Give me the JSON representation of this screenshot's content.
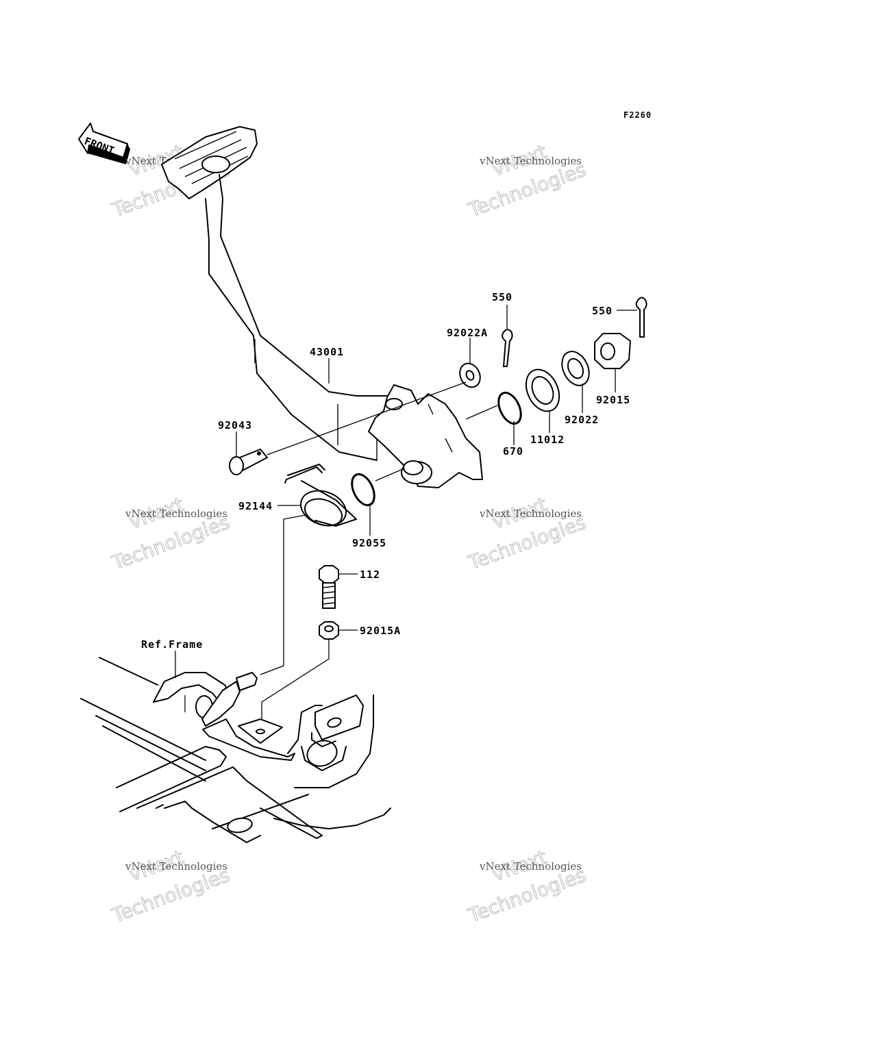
{
  "figure_code": "F2260",
  "front_label": "FRONT",
  "ref_frame_label": "Ref.Frame",
  "watermark": {
    "line1": "vNext Technologies",
    "line2": "vNext",
    "line3": "Technologies"
  },
  "parts": [
    {
      "id": "550-a",
      "number": "550"
    },
    {
      "id": "550-b",
      "number": "550"
    },
    {
      "id": "92022A",
      "number": "92022A"
    },
    {
      "id": "43001",
      "number": "43001"
    },
    {
      "id": "92015",
      "number": "92015"
    },
    {
      "id": "92022",
      "number": "92022"
    },
    {
      "id": "11012",
      "number": "11012"
    },
    {
      "id": "670",
      "number": "670"
    },
    {
      "id": "92043",
      "number": "92043"
    },
    {
      "id": "92144",
      "number": "92144"
    },
    {
      "id": "92055",
      "number": "92055"
    },
    {
      "id": "112",
      "number": "112"
    },
    {
      "id": "92015A",
      "number": "92015A"
    }
  ]
}
